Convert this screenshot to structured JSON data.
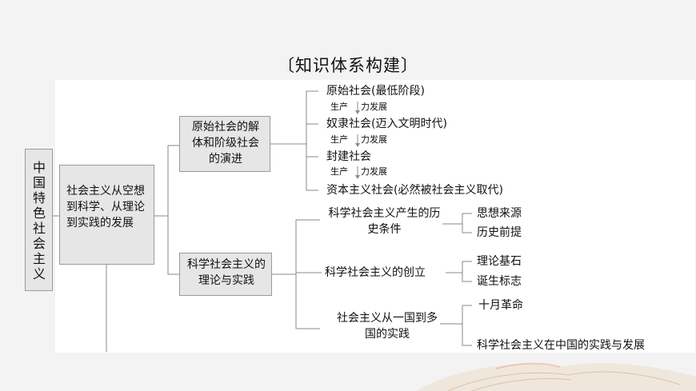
{
  "title": "〔知识体系构建〕",
  "root": "中国特色社会主义",
  "level1": "社会主义从空想到科学、从理论到实践的发展",
  "branchA": {
    "label": "原始社会的解体和阶级社会的演进",
    "items": [
      "原始社会(最低阶段)",
      "奴隶社会(迈入文明时代)",
      "封建社会",
      "资本主义社会(必然被社会主义取代)"
    ],
    "arrow_left": "生产",
    "arrow_right": "力发展"
  },
  "branchB": {
    "label": "科学社会主义的理论与实践",
    "nodes": [
      {
        "label": "科学社会主义产生的历史条件",
        "children": [
          "思想来源",
          "历史前提"
        ]
      },
      {
        "label": "科学社会主义的创立",
        "children": [
          "理论基石",
          "诞生标志"
        ]
      },
      {
        "label": "社会主义从一国到多国的实践",
        "children": [
          "十月革命",
          "科学社会主义在中国的实践与发展"
        ]
      }
    ]
  },
  "colors": {
    "line": "#8a8a8a",
    "box_fill": "#e6e6e6",
    "background": "#f4f3f3"
  }
}
